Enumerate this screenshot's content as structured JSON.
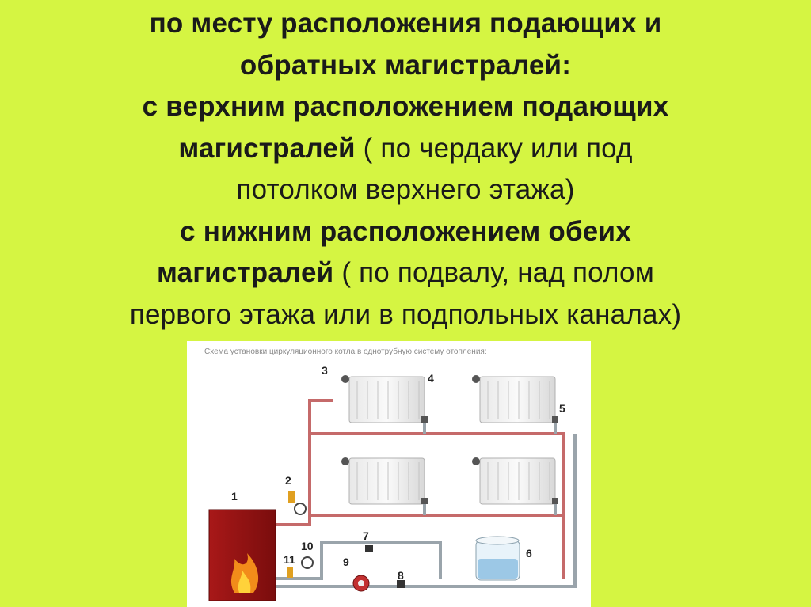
{
  "slide": {
    "line1": "по месту расположения подающих и",
    "line2": "обратных магистралей:",
    "line3": "с верхним расположением подающих",
    "line4_bold": "магистралей",
    "line4_normal": " ( по чердаку или под",
    "line5": "потолком верхнего этажа)",
    "line6": "с нижним расположением обеих",
    "line7_bold": "магистралей",
    "line7_normal": " ( по подвалу, над полом",
    "line8": "первого этажа или в подпольных каналах)"
  },
  "diagram": {
    "caption": "Схема установки циркуляционного котла в однотрубную систему отопления:",
    "labels": [
      "1",
      "2",
      "3",
      "4",
      "5",
      "6",
      "7",
      "8",
      "9",
      "10",
      "11"
    ]
  }
}
